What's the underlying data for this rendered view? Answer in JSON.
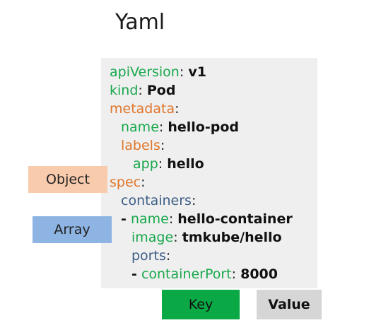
{
  "title": "Yaml",
  "yaml_lines": [
    {
      "dash": "",
      "key": "apiVersion",
      "sep": ":",
      "value": "v1"
    },
    {
      "dash": "",
      "key": "kind",
      "sep": ":",
      "value": "Pod"
    },
    {
      "dash": "",
      "key": "metadata",
      "sep": ":",
      "value": ""
    },
    {
      "dash": "",
      "key": "name",
      "sep": ":",
      "value": "hello-pod"
    },
    {
      "dash": "",
      "key": "labels",
      "sep": ":",
      "value": ""
    },
    {
      "dash": "",
      "key": "app",
      "sep": ":",
      "value": "hello"
    },
    {
      "dash": "",
      "key": "spec",
      "sep": ":",
      "value": ""
    },
    {
      "dash": "",
      "key": "containers",
      "sep": ":",
      "value": ""
    },
    {
      "dash": "-",
      "key": "name",
      "sep": ":",
      "value": "hello-container"
    },
    {
      "dash": "",
      "key": "image",
      "sep": ":",
      "value": "tmkube/hello"
    },
    {
      "dash": "",
      "key": "ports",
      "sep": ":",
      "value": ""
    },
    {
      "dash": "-",
      "key": "containerPort",
      "sep": ":",
      "value": "8000"
    }
  ],
  "legend": {
    "object": "Object",
    "array": "Array",
    "key": "Key",
    "value": "Value"
  },
  "colors": {
    "key": "#17a84b",
    "object": "#e0762b",
    "array": "#3d5e87",
    "object_legend": "#f8cbad",
    "array_legend": "#8eb4e3",
    "key_legend": "#0aa946",
    "value_legend": "#d6d6d6"
  }
}
